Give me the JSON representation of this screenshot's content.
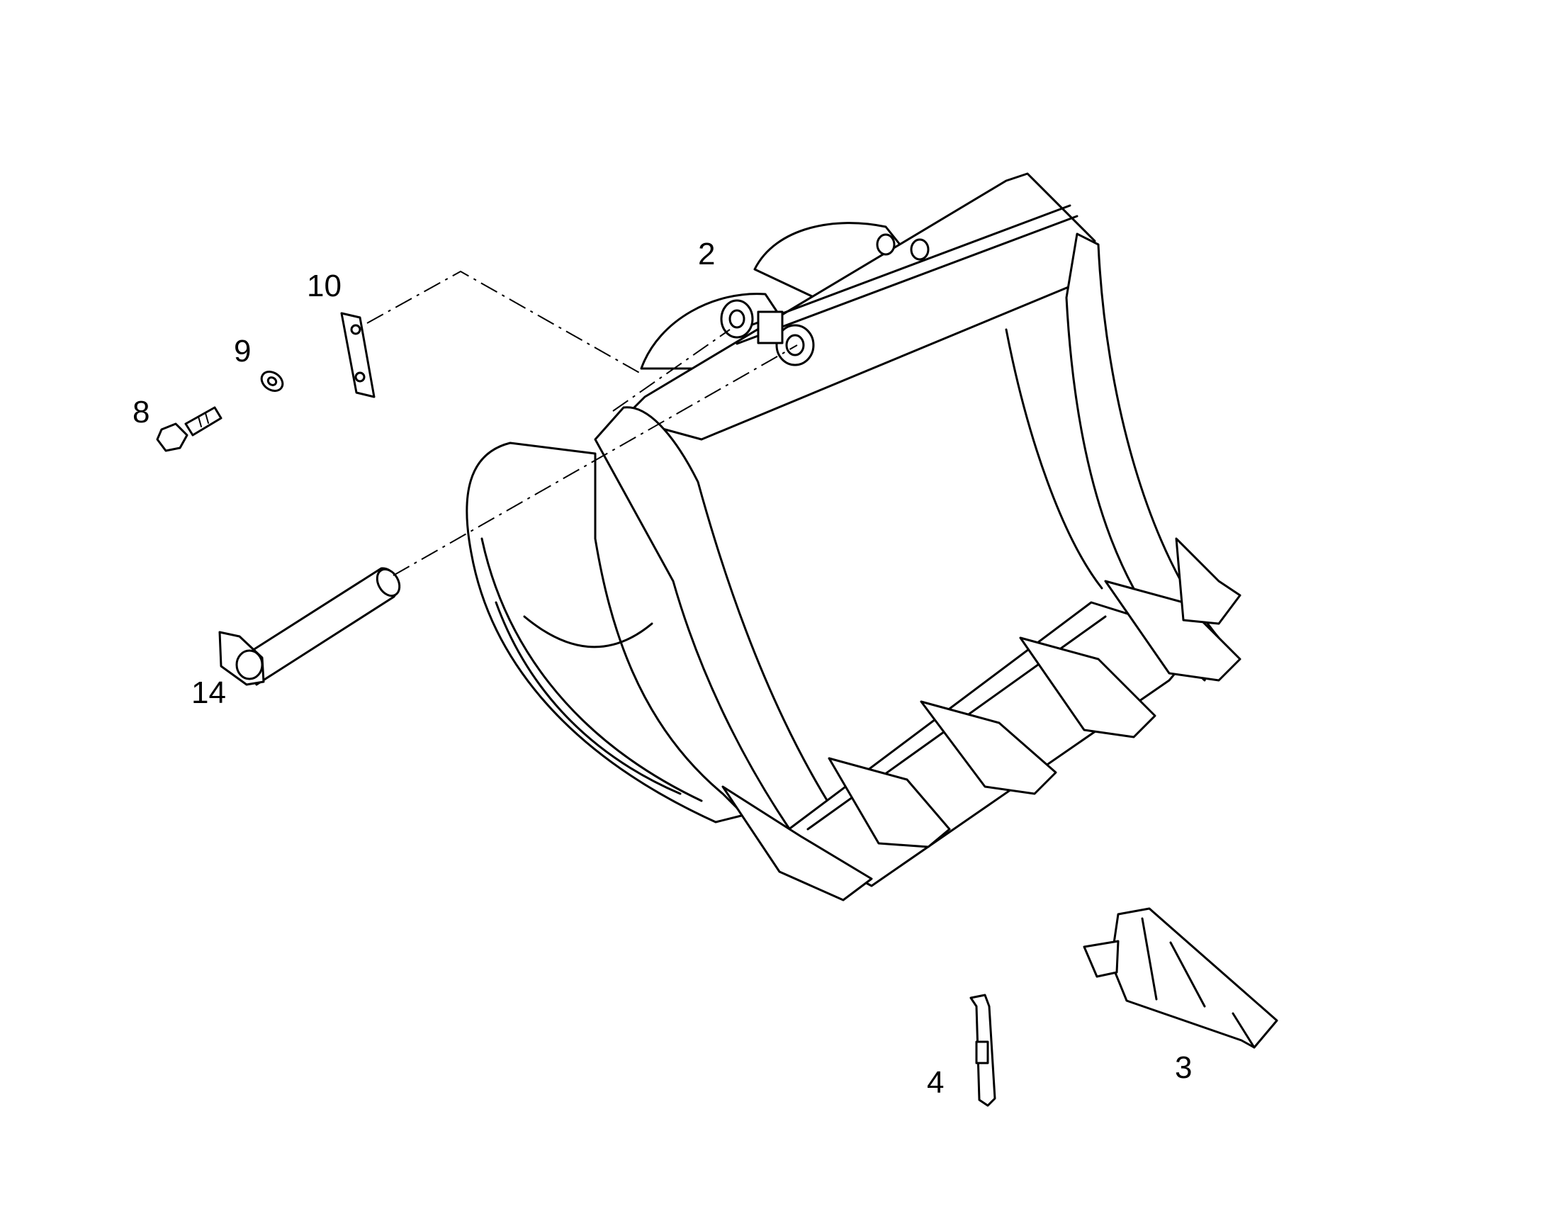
{
  "callouts": {
    "bucket": "2",
    "tooth": "3",
    "pin_lock": "4",
    "bolt": "8",
    "washer": "9",
    "plate": "10",
    "pin": "14"
  },
  "colors": {
    "line": "#000000",
    "background": "#ffffff"
  }
}
